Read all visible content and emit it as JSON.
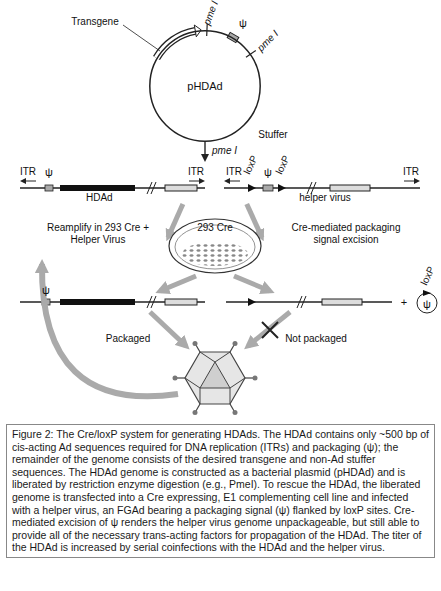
{
  "diagram": {
    "caption": "Figure 2: The Cre/loxP system for generating HDAds. The HDAd contains only ~500 bp of cis-acting Ad sequences required for DNA replication (ITRs) and packaging (ψ); the remainder of the genome consists of the desired transgene and non-Ad stuffer sequences. The HDAd genome is constructed as a bacterial plasmid (pHDAd) and is liberated by restriction enzyme digestion (e.g., PmeI). To rescue the HDAd, the liberated genome is transfected into a Cre expressing, E1 complementing cell line and infected with a helper virus, an FGAd bearing a packaging signal (ψ) flanked by loxP sites. Cre-mediated excision of ψ renders the helper virus genome unpackageable, but still able to provide all of the necessary trans-acting factors for propagation of the HDAd. The titer of the HDAd is increased by serial coinfections with the HDAd and the helper virus.",
    "nodes": [
      {
        "text": [
          "pHDAd"
        ]
      },
      {
        "text": [
          "HDAd"
        ]
      },
      {
        "text": [
          "helper virus"
        ]
      },
      {
        "text": [
          "293 Cre"
        ]
      }
    ],
    "edges": [
      {
        "from": 0,
        "to": 1,
        "label": "pme I",
        "arrow": "to"
      },
      {
        "from": 1,
        "to": 3,
        "arrow": "to"
      },
      {
        "from": 2,
        "to": 3,
        "arrow": "to"
      }
    ],
    "labels": [
      "Transgene",
      "pme I",
      "pme I",
      "ψ",
      "Stuffer",
      "ITR",
      "ψ",
      "ITR",
      "ITR",
      "loxP",
      "ψ",
      "loxP",
      "ITR",
      "Reamplify in 293 Cre + Helper Virus",
      "Cre-mediated packaging signal excision",
      "ψ",
      "+",
      "ψ",
      "loxP",
      "Packaged",
      "Not packaged"
    ]
  }
}
